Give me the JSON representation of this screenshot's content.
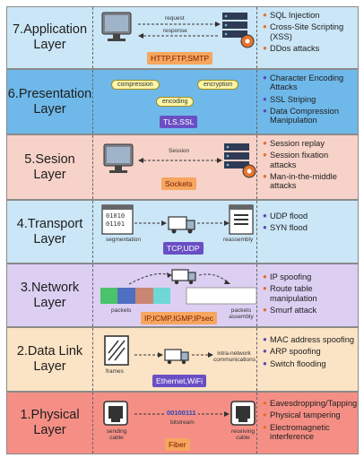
{
  "layers": [
    {
      "id": "application",
      "name": "7.Application\nLayer",
      "bg": "#cbe6f6",
      "protocol": "HTTP,FTP,SMTP",
      "protocol_style": "orange",
      "labels": {
        "request": "request",
        "response": "response"
      },
      "threats": [
        "SQL Injection",
        "Cross-Site Scripting (XSS)",
        "DDos attacks"
      ]
    },
    {
      "id": "presentation",
      "name": "6.Presentation\nLayer",
      "bg": "#6fb9ea",
      "protocol": "TLS,SSL",
      "protocol_style": "purple",
      "labels": {
        "compression": "compression",
        "encryption": "encryption",
        "encoding": "encoding"
      },
      "threats": [
        "Character Encoding Attacks",
        "SSL Striping",
        "Data Compression Manipulation"
      ]
    },
    {
      "id": "session",
      "name": "5.Sesion\nLayer",
      "bg": "#f7d2c8",
      "protocol": "Sockets",
      "protocol_style": "orange",
      "labels": {
        "session": "Session"
      },
      "threats": [
        "Session replay",
        "Session fixation attacks",
        "Man-in-the-middle attacks"
      ]
    },
    {
      "id": "transport",
      "name": "4.Transport\nLayer",
      "bg": "#cbe6f6",
      "protocol": "TCP,UDP",
      "protocol_style": "purple",
      "labels": {
        "segmentation": "segmentation",
        "reassembly": "reassembly",
        "binary_top": "01010",
        "binary_bottom": "01101"
      },
      "threats": [
        "UDP flood",
        "SYN flood"
      ]
    },
    {
      "id": "network",
      "name": "3.Network\nLayer",
      "bg": "#dccff2",
      "protocol": "IP,ICMP,IGMP,IPsec",
      "protocol_style": "orange",
      "labels": {
        "packets": "packets",
        "packets_assembly": "packets assembly"
      },
      "threats": [
        "IP spoofing",
        "Route table manipulation",
        "Smurf attack"
      ]
    },
    {
      "id": "datalink",
      "name": "2.Data Link\nLayer",
      "bg": "#fbe3c5",
      "protocol": "Ethernet,WiFi",
      "protocol_style": "purple",
      "labels": {
        "frames": "frames",
        "intra_network": "intra-network communications"
      },
      "threats": [
        "MAC address spoofing",
        "ARP spoofing",
        "Switch flooding"
      ]
    },
    {
      "id": "physical",
      "name": "1.Physical\nLayer",
      "bg": "#f58f86",
      "protocol": "Fiber",
      "protocol_style": "orange",
      "labels": {
        "sending_cable": "sending cable",
        "receiving_cable": "receiving cable",
        "bitstream": "bitstream",
        "bits": "00100111"
      },
      "threats": [
        "Eavesdropping/Tapping",
        "Physical tampering",
        "Electromagnetic interference"
      ]
    }
  ],
  "colors": {
    "orange_fill": "#f6a65e",
    "orange_text": "#7a1b00",
    "purple_fill": "#6a4fc4",
    "purple_text": "#ffffff",
    "bullet_orange": "#e2702b",
    "bullet_purple": "#5b47b3"
  }
}
